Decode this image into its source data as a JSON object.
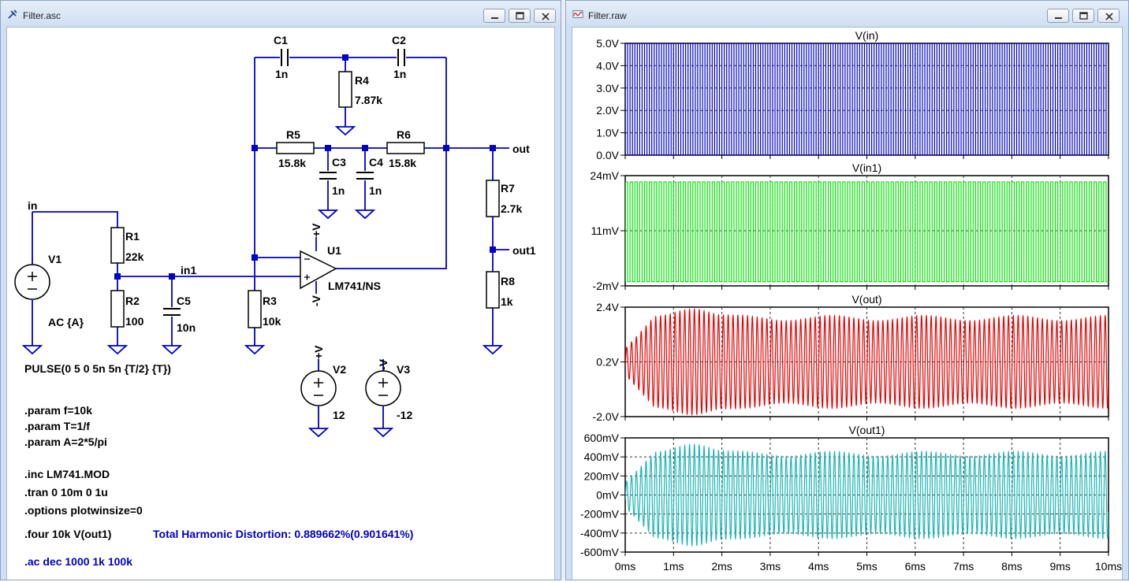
{
  "schematic_window": {
    "title": "Filter.asc",
    "buttons": [
      "minimize",
      "maximize",
      "close"
    ]
  },
  "waveform_window": {
    "title": "Filter.raw",
    "buttons": [
      "minimize",
      "maximize",
      "close"
    ]
  },
  "schematic": {
    "components": {
      "C1": {
        "ref": "C1",
        "value": "1n"
      },
      "C2": {
        "ref": "C2",
        "value": "1n"
      },
      "R4": {
        "ref": "R4",
        "value": "7.87k"
      },
      "R5": {
        "ref": "R5",
        "value": "15.8k"
      },
      "R6": {
        "ref": "R6",
        "value": "15.8k"
      },
      "C3": {
        "ref": "C3",
        "value": "1n"
      },
      "C4": {
        "ref": "C4",
        "value": "1n"
      },
      "R7": {
        "ref": "R7",
        "value": "2.7k"
      },
      "R8": {
        "ref": "R8",
        "value": "1k"
      },
      "R1": {
        "ref": "R1",
        "value": "22k"
      },
      "R2": {
        "ref": "R2",
        "value": "100"
      },
      "C5": {
        "ref": "C5",
        "value": "10n"
      },
      "R3": {
        "ref": "R3",
        "value": "10k"
      },
      "U1": {
        "ref": "U1",
        "value": "LM741/NS"
      },
      "V1": {
        "ref": "V1",
        "value": "AC {A}"
      },
      "V2": {
        "ref": "V2",
        "value": "12"
      },
      "V3": {
        "ref": "V3",
        "value": "-12"
      }
    },
    "nets": {
      "in": "in",
      "in1": "in1",
      "out": "out",
      "out1": "out1"
    },
    "supply_labels": {
      "pos": "+V",
      "neg": "-V"
    },
    "v1_pulse": "PULSE(0 5 0 5n 5n {T/2} {T})",
    "directives": [
      ".param f=10k",
      ".param T=1/f",
      ".param A=2*5/pi",
      ".inc LM741.MOD",
      ".tran 0 10m 0 1u",
      ".options plotwinsize=0",
      ".four 10k V(out1)",
      ".ac dec 1000 1k 100k"
    ],
    "thd_result": "Total Harmonic Distortion: 0.889662%(0.901641%)"
  },
  "colors": {
    "wire": "#0000c8",
    "vin": "#0000c8",
    "vin1": "#00e600",
    "vout": "#e60000",
    "vout1": "#1eb4b4",
    "grid": "#333333"
  },
  "chart_data": [
    {
      "type": "line",
      "trace": "V(in)",
      "y_ticks": [
        "5.0V",
        "4.0V",
        "3.0V",
        "2.0V",
        "1.0V",
        "0.0V"
      ],
      "ylim": [
        0,
        5
      ],
      "x_unit": "ms",
      "xlim": [
        0,
        10
      ],
      "waveform": "square",
      "frequency_hz": 10000,
      "low": 0,
      "high": 5
    },
    {
      "type": "line",
      "trace": "V(in1)",
      "y_ticks": [
        "24mV",
        "11mV",
        "-2mV"
      ],
      "ylim": [
        -2,
        24
      ],
      "xlim": [
        0,
        10
      ],
      "waveform": "square",
      "frequency_hz": 10000,
      "low": -1,
      "high": 22.5
    },
    {
      "type": "line",
      "trace": "V(out)",
      "y_ticks": [
        "2.4V",
        "0.2V",
        "-2.0V"
      ],
      "ylim": [
        -2.0,
        2.4
      ],
      "xlim": [
        0,
        10
      ],
      "waveform": "sine",
      "frequency_hz": 10000,
      "center": 0.2,
      "steady_amplitude": 1.75,
      "peak_amplitude": 2.15
    },
    {
      "type": "line",
      "trace": "V(out1)",
      "y_ticks": [
        "600mV",
        "400mV",
        "200mV",
        "0mV",
        "-200mV",
        "-400mV",
        "-600mV"
      ],
      "ylim": [
        -600,
        600
      ],
      "xlim": [
        0,
        10
      ],
      "waveform": "sine",
      "frequency_hz": 10000,
      "center": 0,
      "steady_amplitude": 430,
      "peak_amplitude": 540
    }
  ],
  "x_ticks": [
    "0ms",
    "1ms",
    "2ms",
    "3ms",
    "4ms",
    "5ms",
    "6ms",
    "7ms",
    "8ms",
    "9ms",
    "10ms"
  ]
}
